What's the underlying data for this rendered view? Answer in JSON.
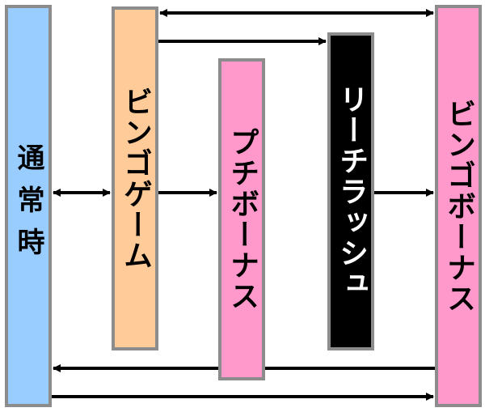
{
  "colors": {
    "normal": "#99ccff",
    "bingo_game": "#ffcc99",
    "petit_bonus": "#ff99cc",
    "reach_rush": "#000000",
    "bingo_bonus": "#ff99cc",
    "border": "#8c8c8c",
    "arrow": "#000000"
  },
  "nodes": {
    "normal": "通常時",
    "bingo_game": "ビンゴゲーム",
    "petit_bonus": "プチボーナス",
    "reach_rush": "リーチラッシュ",
    "bingo_bonus": "ビンゴボーナス"
  },
  "edges": [
    {
      "from": "normal",
      "to": "bingo_game",
      "bidirectional": true
    },
    {
      "from": "bingo_game",
      "to": "bingo_bonus",
      "bidirectional": true
    },
    {
      "from": "bingo_game",
      "to": "reach_rush"
    },
    {
      "from": "bingo_game",
      "to": "petit_bonus"
    },
    {
      "from": "reach_rush",
      "to": "bingo_bonus"
    },
    {
      "from": "bingo_bonus",
      "to": "normal"
    },
    {
      "from": "normal",
      "to": "bingo_bonus"
    }
  ]
}
